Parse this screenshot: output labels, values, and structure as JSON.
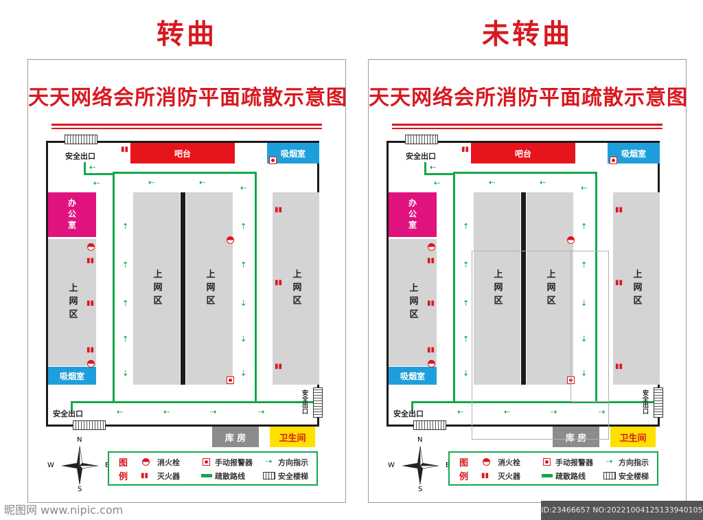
{
  "headings": {
    "left": "转曲",
    "right": "未转曲"
  },
  "plan": {
    "title": "天天网络会所消防平面疏散示意图",
    "rooms": {
      "bar": "吧台",
      "smoking_top": "吸烟室",
      "smoking_left": "吸烟室",
      "office": "办公室",
      "storage": "库 房",
      "restroom": "卫生间"
    },
    "zone_label": "上网区",
    "exits": {
      "top_left": "安全出口",
      "bottom_left": "安全出口",
      "right": "安全出口"
    },
    "legend": {
      "title_1": "图",
      "title_2": "例",
      "hydrant": "消火栓",
      "extinguisher": "灭火器",
      "alarm": "手动报警器",
      "route": "疏散路线",
      "direction": "方向指示",
      "stairs": "安全楼梯"
    },
    "compass": {
      "n": "N",
      "s": "S",
      "e": "E",
      "w": "W"
    }
  },
  "colors": {
    "red": "#d8181f",
    "green": "#12a84a",
    "bar": "#e8141c",
    "smoking": "#1e9fdb",
    "office": "#e0127d",
    "zone": "#d4d4d4",
    "storage": "#8c8c8c",
    "restroom": "#ffe100"
  },
  "icons": {
    "direction": "running-man-exit-icon",
    "hydrant": "fire-hydrant-icon",
    "extinguisher": "fire-extinguisher-icon",
    "alarm": "manual-alarm-icon",
    "stairs": "safety-stairs-icon",
    "compass": "compass-icon"
  },
  "watermark": {
    "left": "昵图网 www.nipic.com",
    "right": "ID:23466657 NO:20221004125133940105"
  }
}
